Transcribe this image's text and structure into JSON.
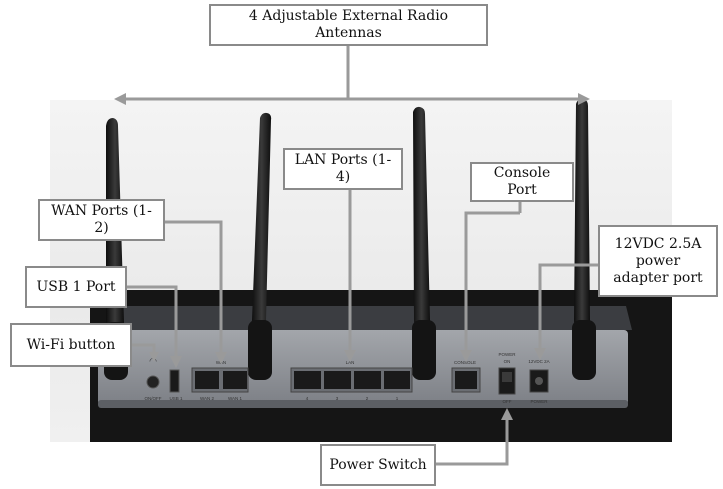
{
  "callouts": {
    "antennas": "4 Adjustable External Radio Antennas",
    "lan": "LAN Ports (1-4)",
    "console": "Console Port",
    "wan": "WAN Ports (1-2)",
    "power_adapter_line1": "12VDC 2.5A",
    "power_adapter_line2": "power",
    "power_adapter_line3": "adapter port",
    "usb": "USB 1 Port",
    "wifi": "Wi-Fi button",
    "power_switch": "Power Switch"
  },
  "device_labels": {
    "on_off": "ON/OFF",
    "usb": "USB 1",
    "wan": "WAN",
    "wan2": "WAN 2",
    "wan1": "WAN 1",
    "lan": "LAN",
    "lan4": "4",
    "lan3": "3",
    "lan2": "2",
    "lan1": "1",
    "console": "CONSOLE",
    "power": "POWER",
    "on": "ON",
    "off": "OFF",
    "dc_rating": "12VDC 2A",
    "power_jack": "POWER"
  },
  "colors": {
    "callout_border": "#8a8a8a",
    "connector": "#9a9a9a",
    "chassis": "#8c8f94"
  }
}
